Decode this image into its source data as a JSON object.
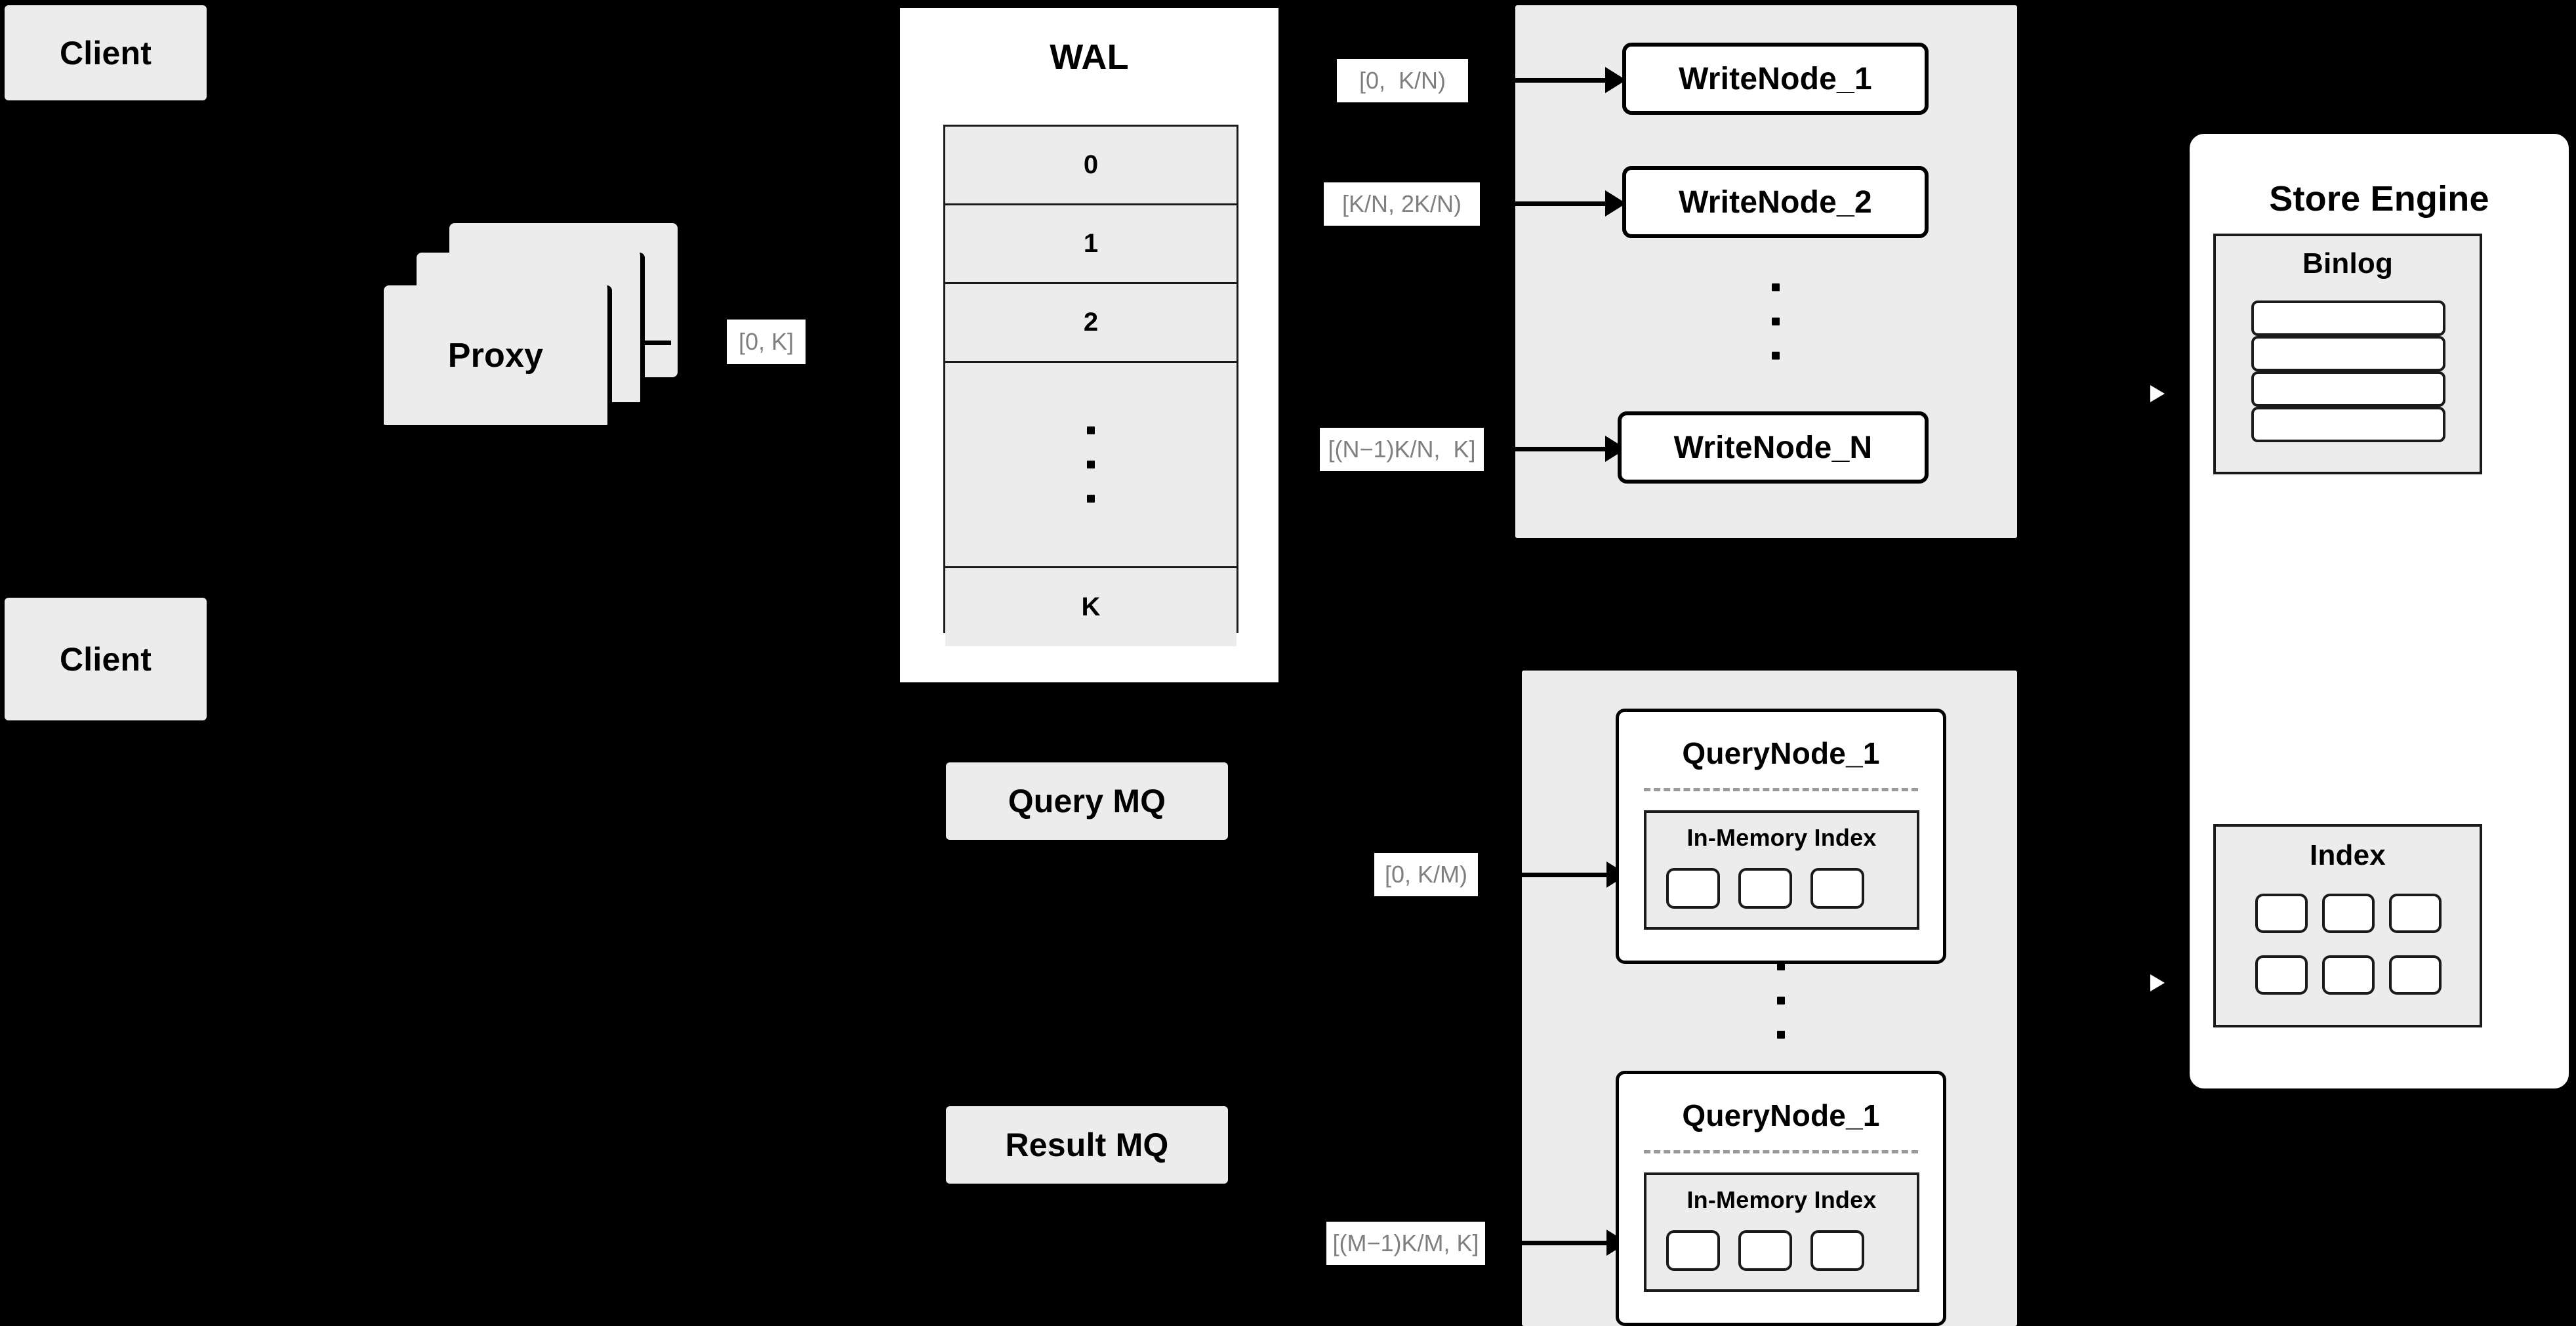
{
  "diagram": {
    "title_hidden": "",
    "background_color": "#000000",
    "box_fill": "#ececec",
    "stroke_color": "#000000",
    "label_text_color": "#7f7f7f"
  },
  "clients": [
    {
      "label": "Client"
    },
    {
      "label": "Client"
    }
  ],
  "proxy": {
    "label": "Proxy",
    "stack_count": 3
  },
  "proxy_to_wal": {
    "range_label": "[0, K]"
  },
  "wal": {
    "title": "WAL",
    "rows": [
      "0",
      "1",
      "2",
      "⋮",
      "K"
    ],
    "ellipsis_row_index": 3
  },
  "write_group": {
    "nodes": [
      {
        "label": "WriteNode_1",
        "range_label": "[0,  K/N)"
      },
      {
        "label": "WriteNode_2",
        "range_label": "[K/N, 2K/N)"
      },
      {
        "label": "WriteNode_N",
        "range_label": "[(N−1)K/N,  K]"
      }
    ],
    "ellipsis": "⋮"
  },
  "query_group": {
    "nodes": [
      {
        "label": "QueryNode_1",
        "range_label": "[0, K/M)",
        "index": {
          "label": "In-Memory Index",
          "slot_count": 3
        }
      },
      {
        "label": "QueryNode_1",
        "range_label": "[(M−1)K/M, K]",
        "index": {
          "label": "In-Memory Index",
          "slot_count": 3
        }
      }
    ],
    "ellipsis": "⋮"
  },
  "message_queues": [
    {
      "label": "Query MQ"
    },
    {
      "label": "Result MQ"
    }
  ],
  "store_engine": {
    "title": "Store Engine",
    "binlog": {
      "label": "Binlog",
      "row_count": 4
    },
    "index": {
      "label": "Index",
      "slot_count": 6,
      "columns": 3,
      "rows": 2
    }
  }
}
